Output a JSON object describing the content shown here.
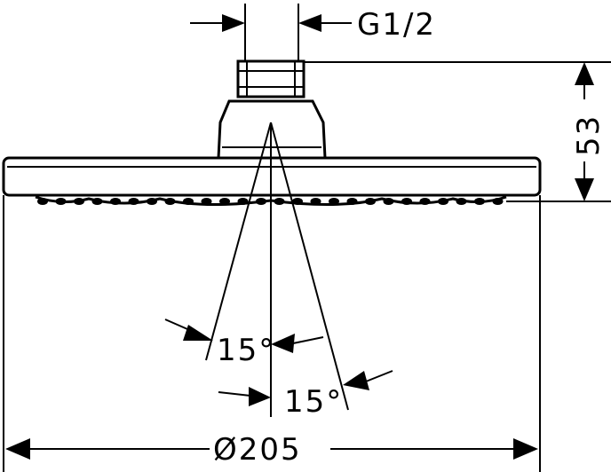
{
  "dimensions": {
    "thread": "G1/2",
    "height": "53",
    "angle_left": "15°",
    "angle_right": "15°",
    "diameter": "Ø205"
  },
  "colors": {
    "line": "#000000",
    "background": "#ffffff"
  }
}
